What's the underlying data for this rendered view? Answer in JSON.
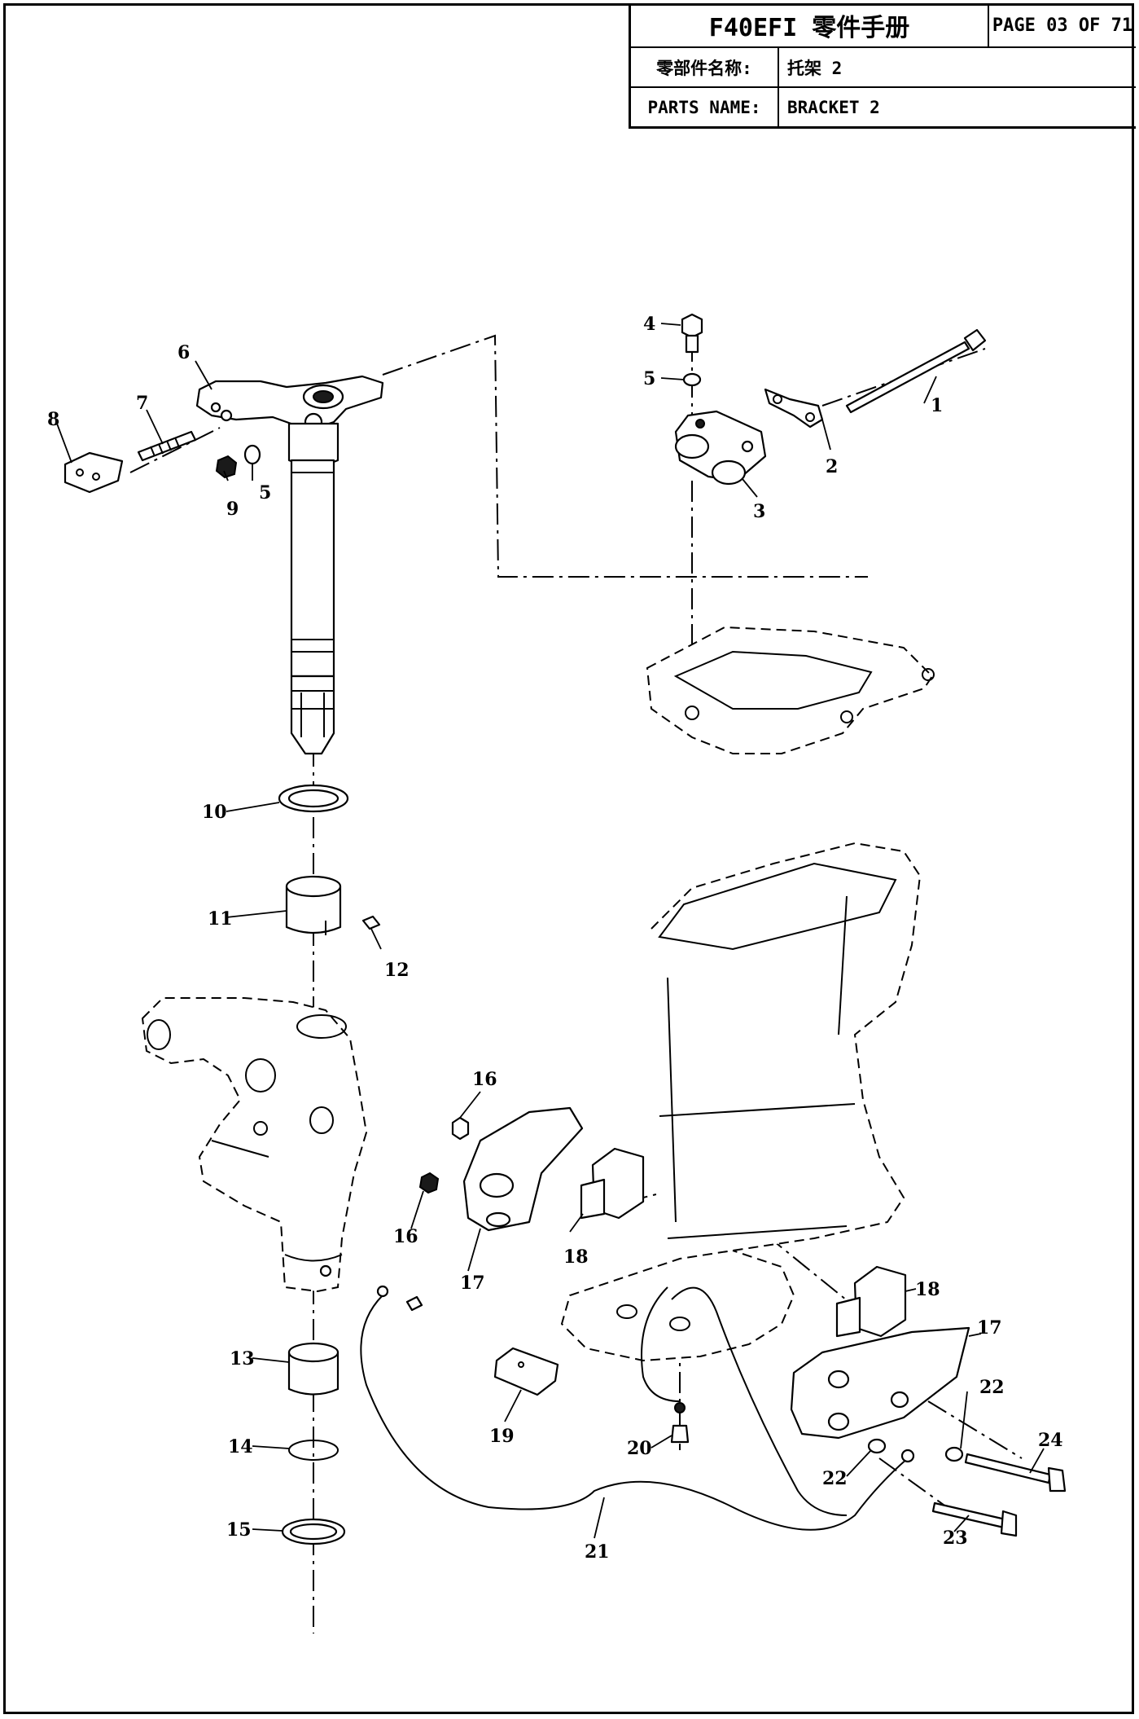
{
  "header": {
    "model": "F40EFI 零件手册",
    "page": "PAGE 03 OF 71",
    "cn_label": "零部件名称:",
    "cn_value": "托架 2",
    "en_label": "PARTS NAME:",
    "en_value": "BRACKET 2"
  },
  "callouts": [
    "1",
    "2",
    "3",
    "4",
    "5",
    "5",
    "6",
    "7",
    "8",
    "9",
    "10",
    "11",
    "12",
    "13",
    "14",
    "15",
    "16",
    "16",
    "17",
    "17",
    "18",
    "18",
    "19",
    "20",
    "21",
    "22",
    "22",
    "23",
    "24"
  ]
}
